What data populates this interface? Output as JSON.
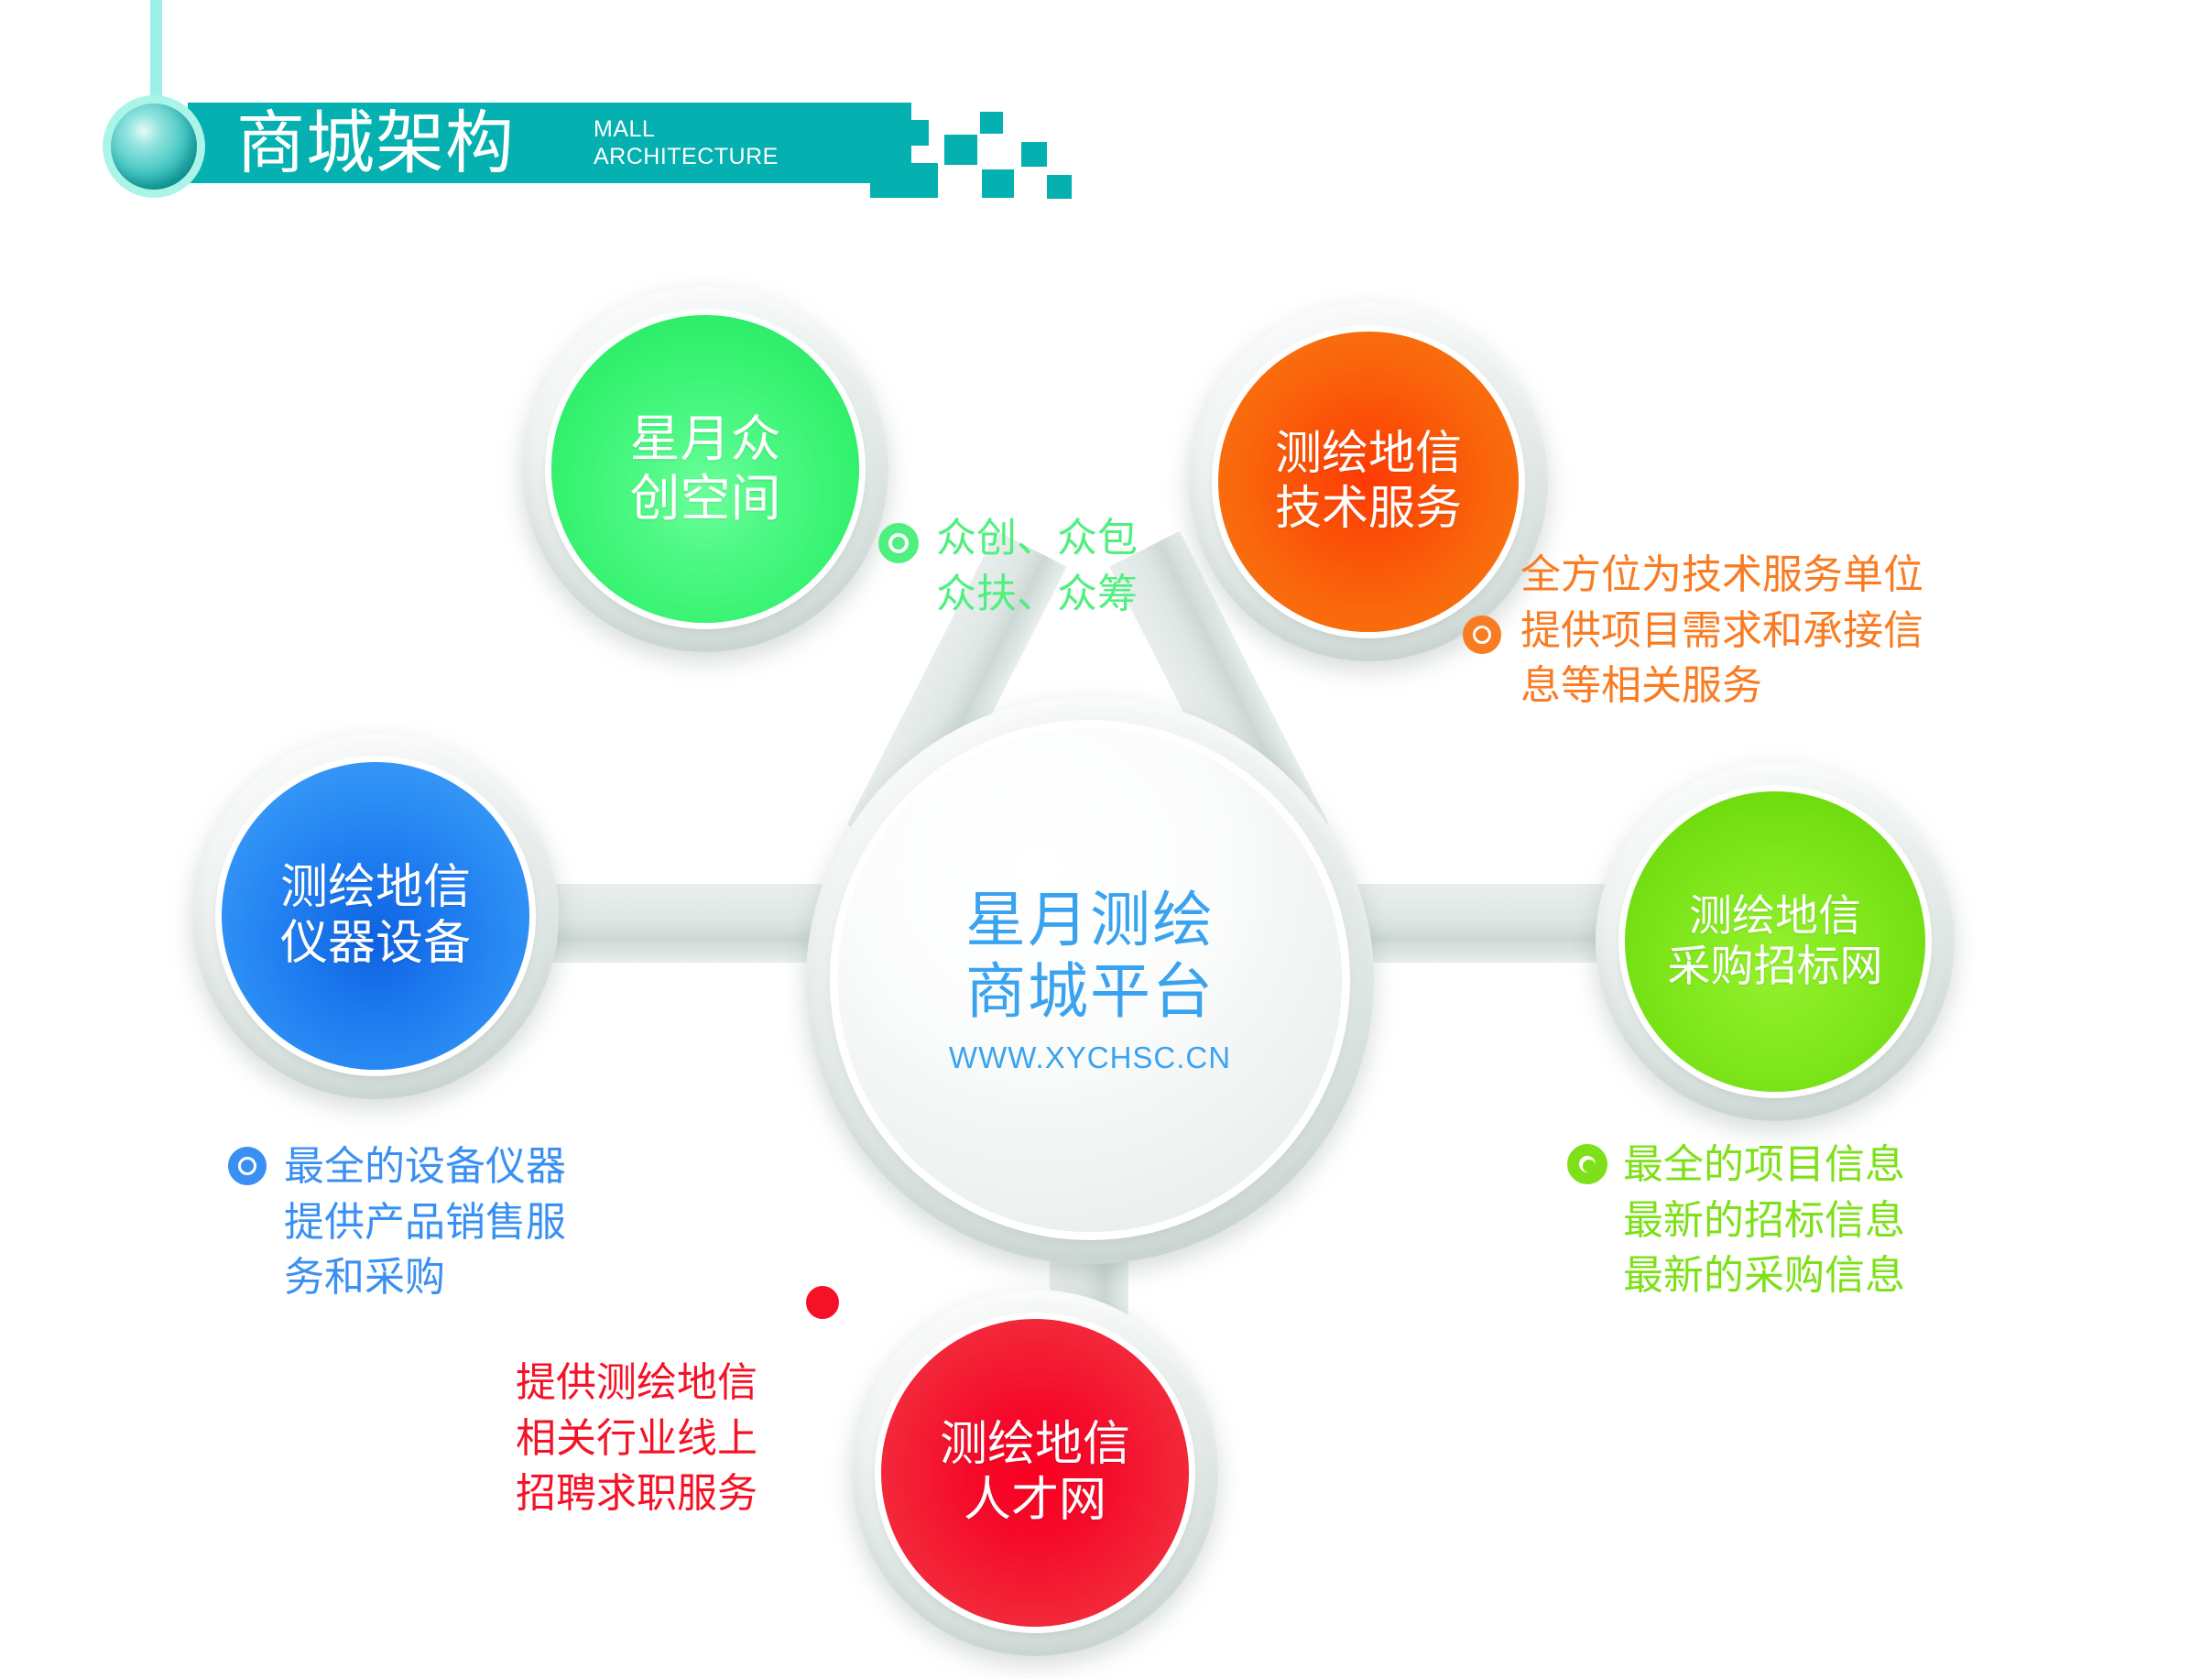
{
  "header": {
    "title_cn": "商城架构",
    "title_en_line1": "MALL",
    "title_en_line2": "ARCHITECTURE",
    "bar_color": "#05b0b0",
    "ball_color": "#13a7a7",
    "stem_color": "#9df0e8",
    "decor_squares_label": "pixel-squares-decoration"
  },
  "center": {
    "line1": "星月测绘",
    "line2": "商城平台",
    "url": "WWW.XYCHSC.CN",
    "text_color": "#3aa3f0"
  },
  "nodes": [
    {
      "id": "incubator",
      "line1": "星月众",
      "line2": "创空间",
      "color": "#3df576",
      "color_dark": "#17d65a"
    },
    {
      "id": "tech-service",
      "line1": "测绘地信",
      "line2": "技术服务",
      "color": "#f96a0c",
      "color_dark": "#e23c06"
    },
    {
      "id": "instruments",
      "line1": "测绘地信",
      "line2": "仪器设备",
      "color": "#2e90f5",
      "color_dark": "#0f62e0"
    },
    {
      "id": "tender",
      "line1": "测绘地信",
      "line2": "采购招标网",
      "color": "#7ae016",
      "color_dark": "#52c900"
    },
    {
      "id": "talent",
      "line1": "测绘地信",
      "line2": "人才网",
      "color": "#f5233b",
      "color_dark": "#e00024"
    }
  ],
  "annotations": [
    {
      "id": "incubator-annot",
      "color": "#4ff07f",
      "lines": [
        "众创、众包",
        "众扶、众筹"
      ]
    },
    {
      "id": "tech-service-annot",
      "color": "#f97b22",
      "lines": [
        "全方位为技术服务单位",
        "提供项目需求和承接信",
        "息等相关服务"
      ]
    },
    {
      "id": "instruments-annot",
      "color": "#3a90f2",
      "lines": [
        "最全的设备仪器",
        "提供产品销售服",
        "务和采购"
      ]
    },
    {
      "id": "tender-annot",
      "color": "#7de018",
      "lines": [
        "最全的项目信息",
        "最新的招标信息",
        "最新的采购信息"
      ]
    },
    {
      "id": "talent-annot",
      "color": "#f51226",
      "lines": [
        "提供测绘地信",
        "相关行业线上",
        "招聘求职服务"
      ]
    }
  ]
}
